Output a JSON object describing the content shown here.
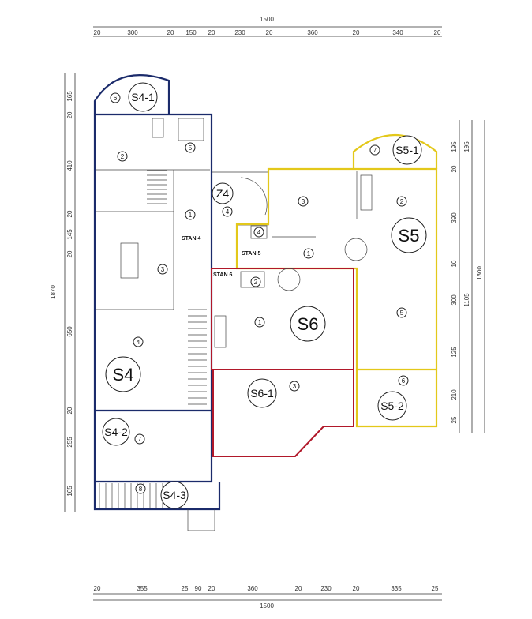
{
  "top_dims": {
    "total": "1500",
    "segments": [
      "20",
      "300",
      "20",
      "150",
      "20",
      "230",
      "20",
      "360",
      "20",
      "340",
      "20"
    ]
  },
  "bottom_dims": {
    "total": "1500",
    "segments": [
      "20",
      "355",
      "25",
      "90",
      "20",
      "360",
      "20",
      "230",
      "20",
      "335",
      "25"
    ]
  },
  "left_dims": {
    "total": "1870",
    "segments": [
      "165",
      "20",
      "410",
      "20",
      "145",
      "20",
      "650",
      "20",
      "255",
      "165"
    ]
  },
  "right_dims": {
    "outer_total": "1300",
    "middle_total": "1105",
    "middle_top": "195",
    "segments": [
      "195",
      "20",
      "390",
      "10",
      "300",
      "125",
      "210",
      "25"
    ]
  },
  "units": {
    "s4": "S4",
    "s4_1": "S4-1",
    "s4_2": "S4-2",
    "s4_3": "S4-3",
    "s5": "S5",
    "s5_1": "S5-1",
    "s5_2": "S5-2",
    "s6": "S6",
    "s6_1": "S6-1",
    "z4": "Z4"
  },
  "stan_labels": {
    "stan4": "STAN 4",
    "stan5": "STAN 5",
    "stan6": "STAN 6"
  },
  "room_numbers": {
    "s4_1_balcony": "6",
    "s4_kitchen": "5",
    "s4_room2": "2",
    "s4_hall": "1",
    "s4_dining": "3",
    "s4_living": "4",
    "s4_2": "7",
    "s4_3": "8",
    "z4_stair": "4",
    "s5_1": "7",
    "s5_room3": "3",
    "s5_room2": "2",
    "s5_bath": "4",
    "s5_hall": "1",
    "s5_living": "5",
    "s5_2": "6",
    "s6_bath": "2",
    "s6_hall": "1",
    "s6_1": "3"
  },
  "colors": {
    "s4_wall": "#1b2b6b",
    "s5_wall": "#e3c81a",
    "s6_wall": "#b1182a"
  }
}
